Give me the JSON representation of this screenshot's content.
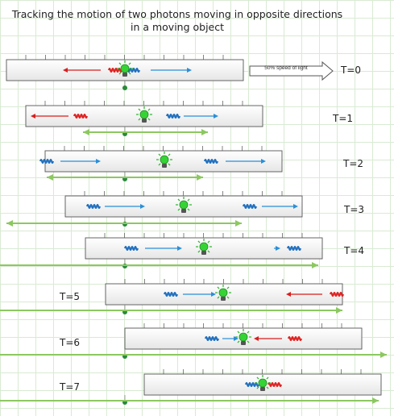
{
  "title": {
    "line1": "Tracking the motion of two photons moving in opposite directions",
    "line2": "in a moving object"
  },
  "speed_label": "50% speed of light",
  "time_labels": [
    "T=0",
    "T=1",
    "T=2",
    "T=3",
    "T=4",
    "T=5",
    "T=6",
    "T=7"
  ],
  "colors": {
    "left_photon": "#e02020",
    "right_photon": "#1f6fbf",
    "arrow_blue": "#2a8fd8",
    "arrow_red": "#d81e1e",
    "bulb": "#35d435",
    "ground_line": "#8cc860",
    "marker": "#2a8a3a",
    "box_border": "#555555"
  },
  "icons": [
    "lightbulb-icon",
    "wave-photon-icon",
    "arrow-right-icon",
    "arrow-left-icon"
  ]
}
